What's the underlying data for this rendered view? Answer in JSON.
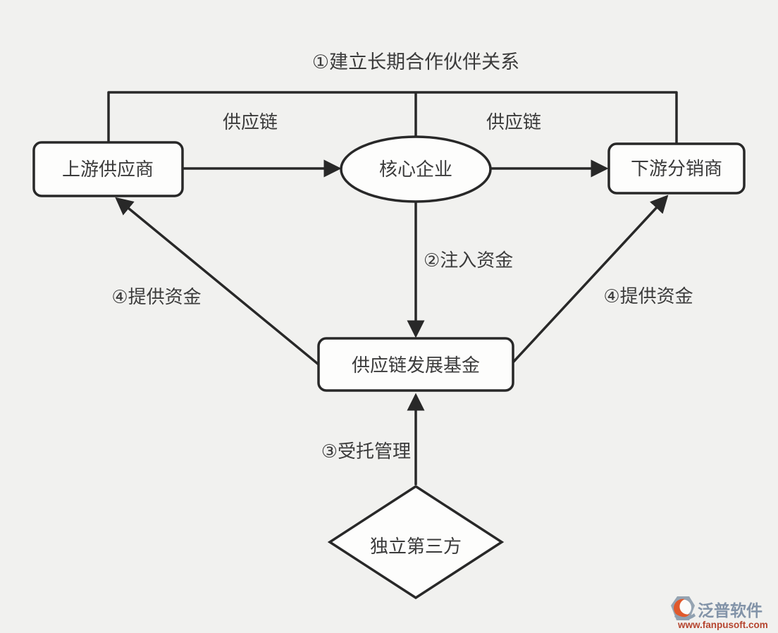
{
  "diagram": {
    "title": "①建立长期合作伙伴关系",
    "nodes": {
      "upstream_supplier": "上游供应商",
      "core_enterprise": "核心企业",
      "downstream_distributor": "下游分销商",
      "fund": "供应链发展基金",
      "third_party": "独立第三方"
    },
    "edge_labels": {
      "supply_chain_left": "供应链",
      "supply_chain_right": "供应链",
      "inject_funds": "②注入资金",
      "provide_funds_left": "④提供资金",
      "provide_funds_right": "④提供资金",
      "entrusted_management": "③受托管理"
    },
    "colors": {
      "background": "#f1f1ef",
      "line": "#282828",
      "node_fill": "#fdfdfc",
      "text": "#3b3b3b"
    }
  },
  "watermark": {
    "brand": "泛普软件",
    "url": "www.fanpusoft.com",
    "brand_color": "#8293a8",
    "url_color": "#b5452f",
    "logo_gray": "#96a4b2",
    "logo_orange": "#e0592c"
  }
}
